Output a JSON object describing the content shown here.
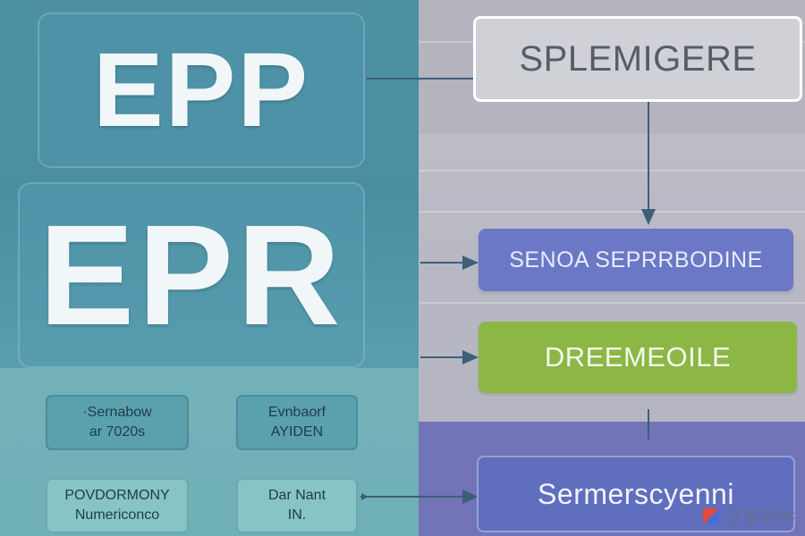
{
  "left": {
    "title_1": "EPP",
    "title_2": "EPR",
    "boxes": [
      {
        "line1": "·Sernabow",
        "line2": "ar 7020s"
      },
      {
        "line1": "Evnbaorf",
        "line2": "AYIDEN"
      },
      {
        "line1": "POVDORMONY",
        "line2": "Numericonco"
      },
      {
        "line1": "Dar Nant",
        "line2": "IN."
      }
    ]
  },
  "right": {
    "top_box": "SPLEMIGERE",
    "blue_box": "SENOA SEPRRBODINE",
    "green_box": "DREEMEOILE",
    "bottom_box": "Sermerscyenni"
  },
  "watermark": {
    "text": "泛普软件"
  },
  "colors": {
    "left_panel": "#4b8ea2",
    "left_lower": "#6fb0b7",
    "right_panel": "#b9b9c4",
    "blue_box": "#6a78c6",
    "green_box": "#8cb744",
    "bottom_box": "#5f6fbe",
    "connector": "#3d5f7a"
  }
}
